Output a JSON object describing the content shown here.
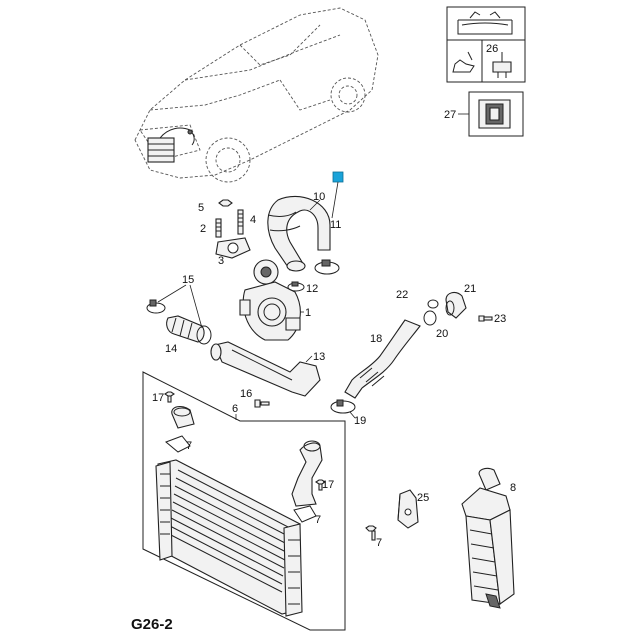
{
  "diagram_code": "G26-2",
  "accent_color": "#1aa3d9",
  "callouts": {
    "c1": "1",
    "c2": "2",
    "c3": "3",
    "c4": "4",
    "c5": "5",
    "c6": "6",
    "c7a": "7",
    "c7b": "7",
    "c7c": "7",
    "c8": "8",
    "c10": "10",
    "c11": "11",
    "c12": "12",
    "c13": "13",
    "c14": "14",
    "c15": "15",
    "c16": "16",
    "c17a": "17",
    "c17b": "17",
    "c18": "18",
    "c19": "19",
    "c20": "20",
    "c21": "21",
    "c22": "22",
    "c23": "23",
    "c25": "25",
    "c26": "26",
    "c27": "27"
  }
}
